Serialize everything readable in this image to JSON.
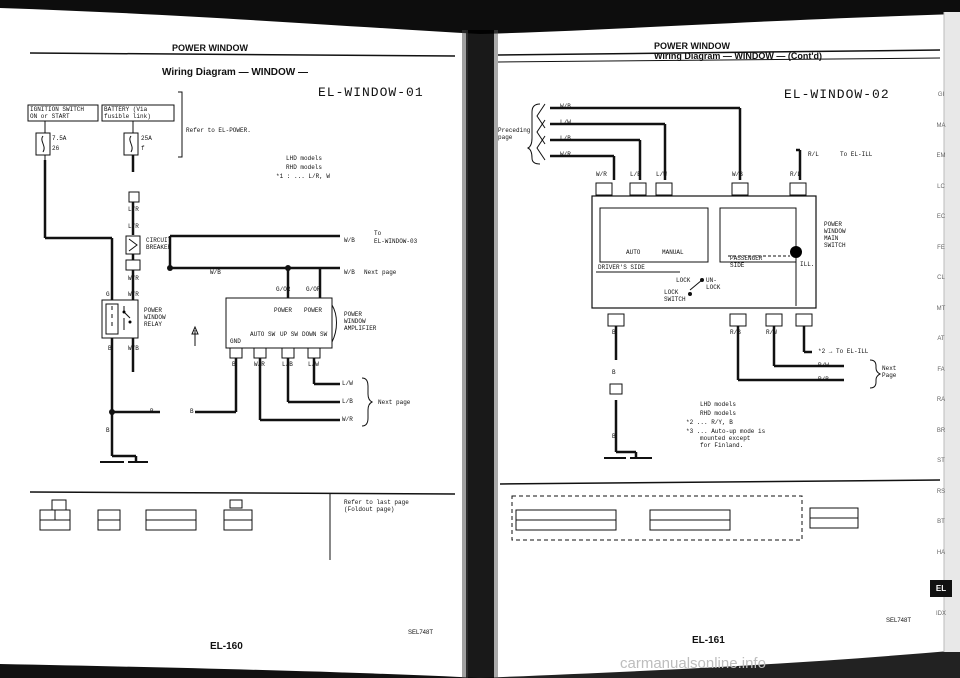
{
  "left": {
    "header": "POWER WINDOW",
    "subheader": "Wiring Diagram — WINDOW —",
    "diagram_id": "EL-WINDOW-01",
    "ignition_label_1": "IGNITION SWITCH",
    "ignition_label_2": "ON or START",
    "battery_label_1": "BATTERY (Via",
    "battery_label_2": "fusible link)",
    "fuse_75": "7.5A",
    "fuse_26": "26",
    "fuse_25a": "25A",
    "fuse_f": "f",
    "refer_power": "Refer to EL-POWER.",
    "note_lhd": "LHD models",
    "note_rhd": "RHD models",
    "note_star1": "*1 : ... L/R, W",
    "circuit_breaker_1": "CIRCUIT",
    "circuit_breaker_2": "BREAKER",
    "to_label": "To",
    "to_target": "EL-WINDOW-03",
    "next_page": "Next page",
    "power_window_relay_1": "POWER",
    "power_window_relay_2": "WINDOW",
    "power_window_relay_3": "RELAY",
    "amp_1": "POWER",
    "amp_2": "WINDOW",
    "amp_3": "AMPLIFIER",
    "gnd": "GND",
    "auto_sw": "AUTO SW",
    "up_sw": "UP SW",
    "down_sw": "DOWN SW",
    "power_l": "POWER",
    "power_r": "POWER",
    "wire_wb": "W/B",
    "wire_lr": "L/R",
    "wire_wr": "W/R",
    "wire_gor": "G/OR",
    "wire_lb": "L/B",
    "wire_lw": "L/W",
    "wire_b": "B",
    "wire_g": "G",
    "refer_last_1": "Refer to last page",
    "refer_last_2": "(Foldout page)",
    "page_num": "EL-160",
    "code": "SEL748T"
  },
  "right": {
    "header": "POWER WINDOW",
    "subheader": "Wiring Diagram — WINDOW — (Cont'd)",
    "diagram_id": "EL-WINDOW-02",
    "preceding_1": "Preceding",
    "preceding_2": "page",
    "wire_wb": "W/B",
    "wire_lw": "L/W",
    "wire_lb": "L/B",
    "wire_wr": "W/R",
    "wire_rl": "R/L",
    "wire_rb": "R/B",
    "wire_rw": "R/W",
    "wire_b": "B",
    "to_ill": "To EL-ILL",
    "pw_main_1": "POWER",
    "pw_main_2": "WINDOW",
    "pw_main_3": "MAIN",
    "pw_main_4": "SWITCH",
    "auto": "AUTO",
    "manual": "MANUAL",
    "drivers_side": "DRIVER'S SIDE",
    "passenger_side_1": "PASSENGER",
    "passenger_side_2": "SIDE",
    "ill": "ILL.",
    "lock": "LOCK",
    "unlock_1": "UN-",
    "unlock_2": "LOCK",
    "lock_switch_1": "LOCK",
    "lock_switch_2": "SWITCH",
    "star2_ill": "*2 → To EL-ILL",
    "next_page_1": "Next",
    "next_page_2": "Page",
    "note_lhd": "LHD models",
    "note_rhd": "RHD models",
    "note_star2": "*2 ... R/Y, B",
    "note_star3_1": "*3 ... Auto-up mode is",
    "note_star3_2": "mounted except",
    "note_star3_3": "for Finland.",
    "page_num": "EL-161",
    "code": "SEL748T"
  },
  "side_tabs": [
    "GI",
    "MA",
    "EM",
    "LC",
    "EC",
    "FE",
    "CL",
    "MT",
    "AT",
    "FA",
    "RA",
    "BR",
    "ST",
    "RS",
    "BT",
    "HA",
    "EL",
    "IDX"
  ],
  "active_tab": "EL",
  "watermark": "carmanualsonline.info"
}
